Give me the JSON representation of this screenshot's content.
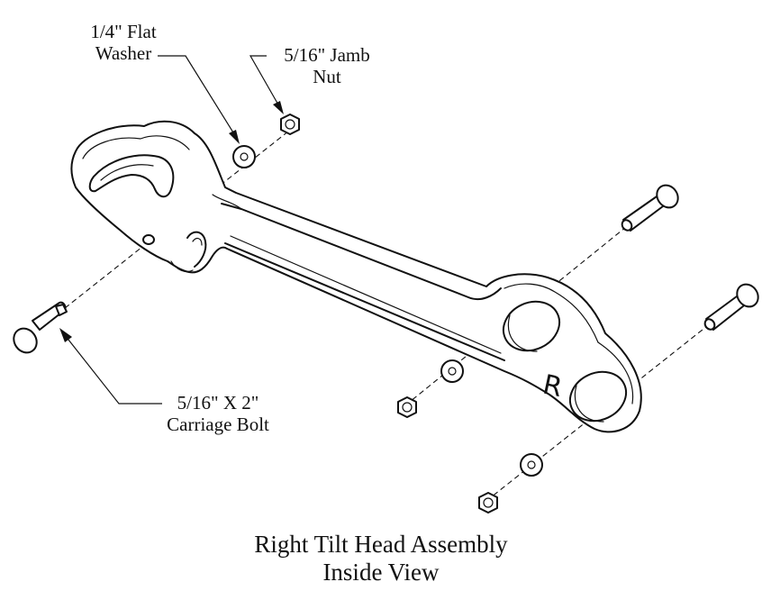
{
  "labels": {
    "flat_washer": [
      "1/4\" Flat",
      "Washer"
    ],
    "jamb_nut": [
      "5/16\" Jamb",
      "Nut"
    ],
    "carriage_bolt": [
      "5/16\" X 2\"",
      "Carriage Bolt"
    ]
  },
  "caption": [
    "Right Tilt Head Assembly",
    "Inside View"
  ],
  "part_mark": "R"
}
